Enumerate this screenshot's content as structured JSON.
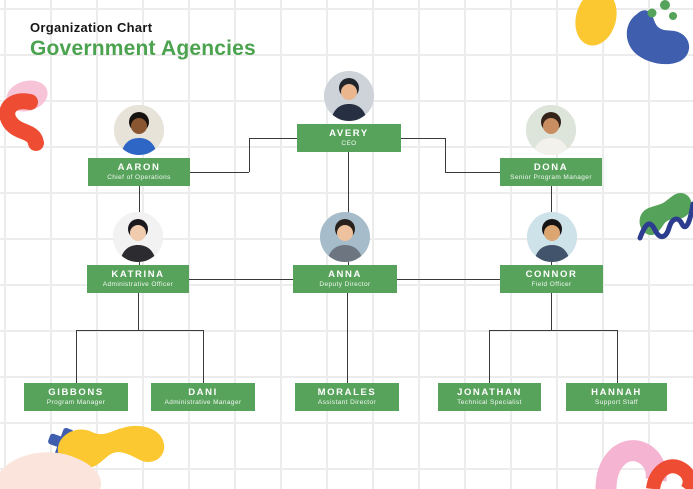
{
  "header": {
    "kicker": "Organization Chart",
    "title": "Government Agencies"
  },
  "palette": {
    "node_green": "#58a35c",
    "title_green": "#4ba24f",
    "connector_gray": "#3a3a3a",
    "grid_gray": "#ececec",
    "deco_yellow": "#fcc831",
    "deco_blue": "#3f5fae",
    "deco_red": "#ee4c33",
    "deco_pink": "#f5b5d2",
    "deco_light_pink": "#fbe4dc",
    "deco_green": "#55a35a",
    "deco_navy": "#2c3d8f"
  },
  "nodes": [
    {
      "name": "AVERY",
      "role": "CEO"
    },
    {
      "name": "AARON",
      "role": "Chief of Operations"
    },
    {
      "name": "DONA",
      "role": "Senior Program Manager"
    },
    {
      "name": "KATRINA",
      "role": "Administrative Officer"
    },
    {
      "name": "ANNA",
      "role": "Deputy Director"
    },
    {
      "name": "CONNOR",
      "role": "Field Officer"
    },
    {
      "name": "GIBBONS",
      "role": "Program Manager"
    },
    {
      "name": "DANI",
      "role": "Administrative Manager"
    },
    {
      "name": "MORALES",
      "role": "Assistant Director"
    },
    {
      "name": "JONATHAN",
      "role": "Technical Specialist"
    },
    {
      "name": "HANNAH",
      "role": "Support Staff"
    }
  ],
  "edges": [
    {
      "from": "AVERY",
      "to": "AARON"
    },
    {
      "from": "AVERY",
      "to": "DONA"
    },
    {
      "from": "AVERY",
      "to": "ANNA"
    },
    {
      "from": "AARON",
      "to": "KATRINA"
    },
    {
      "from": "DONA",
      "to": "CONNOR"
    },
    {
      "from": "KATRINA",
      "to": "GIBBONS"
    },
    {
      "from": "KATRINA",
      "to": "DANI"
    },
    {
      "from": "ANNA",
      "to": "MORALES"
    },
    {
      "from": "CONNOR",
      "to": "JONATHAN"
    },
    {
      "from": "CONNOR",
      "to": "HANNAH"
    }
  ]
}
